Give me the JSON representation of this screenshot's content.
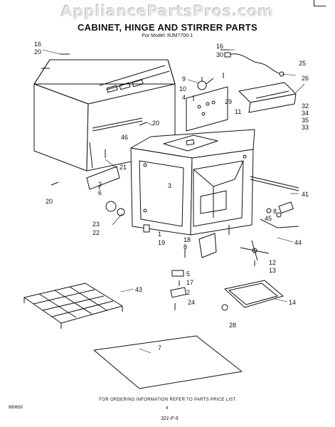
{
  "watermark": "AppliancePartsPros.com",
  "title": "CABINET, HINGE AND STIRRER PARTS",
  "subtitle": "For Model: RJM7700-1",
  "callouts": [
    "16",
    "20",
    "16",
    "30",
    "25",
    "26",
    "9",
    "10",
    "4",
    "29",
    "11",
    "32",
    "34",
    "35",
    "33",
    "46",
    "20",
    "21",
    "3",
    "6",
    "20",
    "41",
    "23",
    "22",
    "1",
    "19",
    "3",
    "8",
    "45",
    "44",
    "18",
    "8",
    "12",
    "13",
    "5",
    "17",
    "2",
    "24",
    "43",
    "28",
    "14",
    "7"
  ],
  "footer_note": "FOR ORDERING INFORMATION REFER TO PARTS PRICE LIST",
  "doc_code": "980650",
  "page_number": "4",
  "handwritten_note": "321-F-9"
}
